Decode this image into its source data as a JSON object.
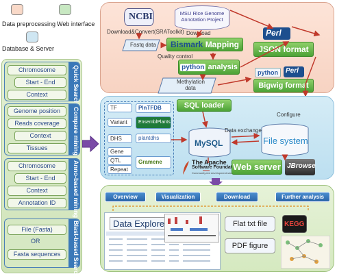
{
  "legend": {
    "preprocessing": {
      "label": "Data preprocessing",
      "color": "#f9d9c8"
    },
    "web": {
      "label": "Web interface",
      "color": "#c8e8c2"
    },
    "db": {
      "label": "Database & Server",
      "color": "#cfe6f2"
    }
  },
  "left": {
    "groups": [
      {
        "title": "Quick Search",
        "items": [
          "Chromosome",
          "Start - End",
          "Context"
        ]
      },
      {
        "title": "Compare mining",
        "items": [
          "Genome position",
          "Reads coverage",
          "Context",
          "Tissues"
        ]
      },
      {
        "title": "Anno-based mining",
        "items": [
          "Chromosome",
          "Start - End",
          "Context",
          "Annotation ID"
        ]
      },
      {
        "title": "Blast-based Search",
        "items": [
          "File (Fasta)",
          "OR",
          "Fasta sequences"
        ]
      }
    ]
  },
  "top": {
    "ncbi": "NCBI",
    "ncbi_caption": "Download&Convert(SRAToolkit)",
    "msu": "MSU Rice Genome Annotation Project",
    "download": "Download",
    "fastq": "Fastq data",
    "bismark_a": "Bismark",
    "bismark_b": "Mapping",
    "qc": "Quality control",
    "python1_a": "python",
    "python1_b": "analysis",
    "methylation": "Methylation data",
    "perl": "Perl",
    "json": "JSON format",
    "python2": "python",
    "perl2": "Perl",
    "bigwig": "Bigwig format"
  },
  "mid": {
    "sql_loader": "SQL loader",
    "configure": "Configure",
    "data_exchange": "Data exchange",
    "mysql": "MySQL",
    "filesystem": "File system",
    "rows": [
      "TF",
      "Variant",
      "DHS",
      "Gene",
      "QTL",
      "Repeat"
    ],
    "sources": [
      "PlnTFDB",
      "EnsemblPlants",
      "plantdhs",
      "Gramene"
    ],
    "apache_title": "The Apache",
    "apache_sub": "Software Foundation",
    "apache_tag": "Community-led development since 1999.",
    "webserver": "Web server",
    "jbrowse": "JBrowse"
  },
  "bot": {
    "tabs": [
      "Overview",
      "Visualization",
      "Download",
      "Further analysis"
    ],
    "data_explorer": "Data Explorer",
    "flat_txt": "Flat txt file",
    "pdf": "PDF figure",
    "kegg": "KEGG"
  }
}
